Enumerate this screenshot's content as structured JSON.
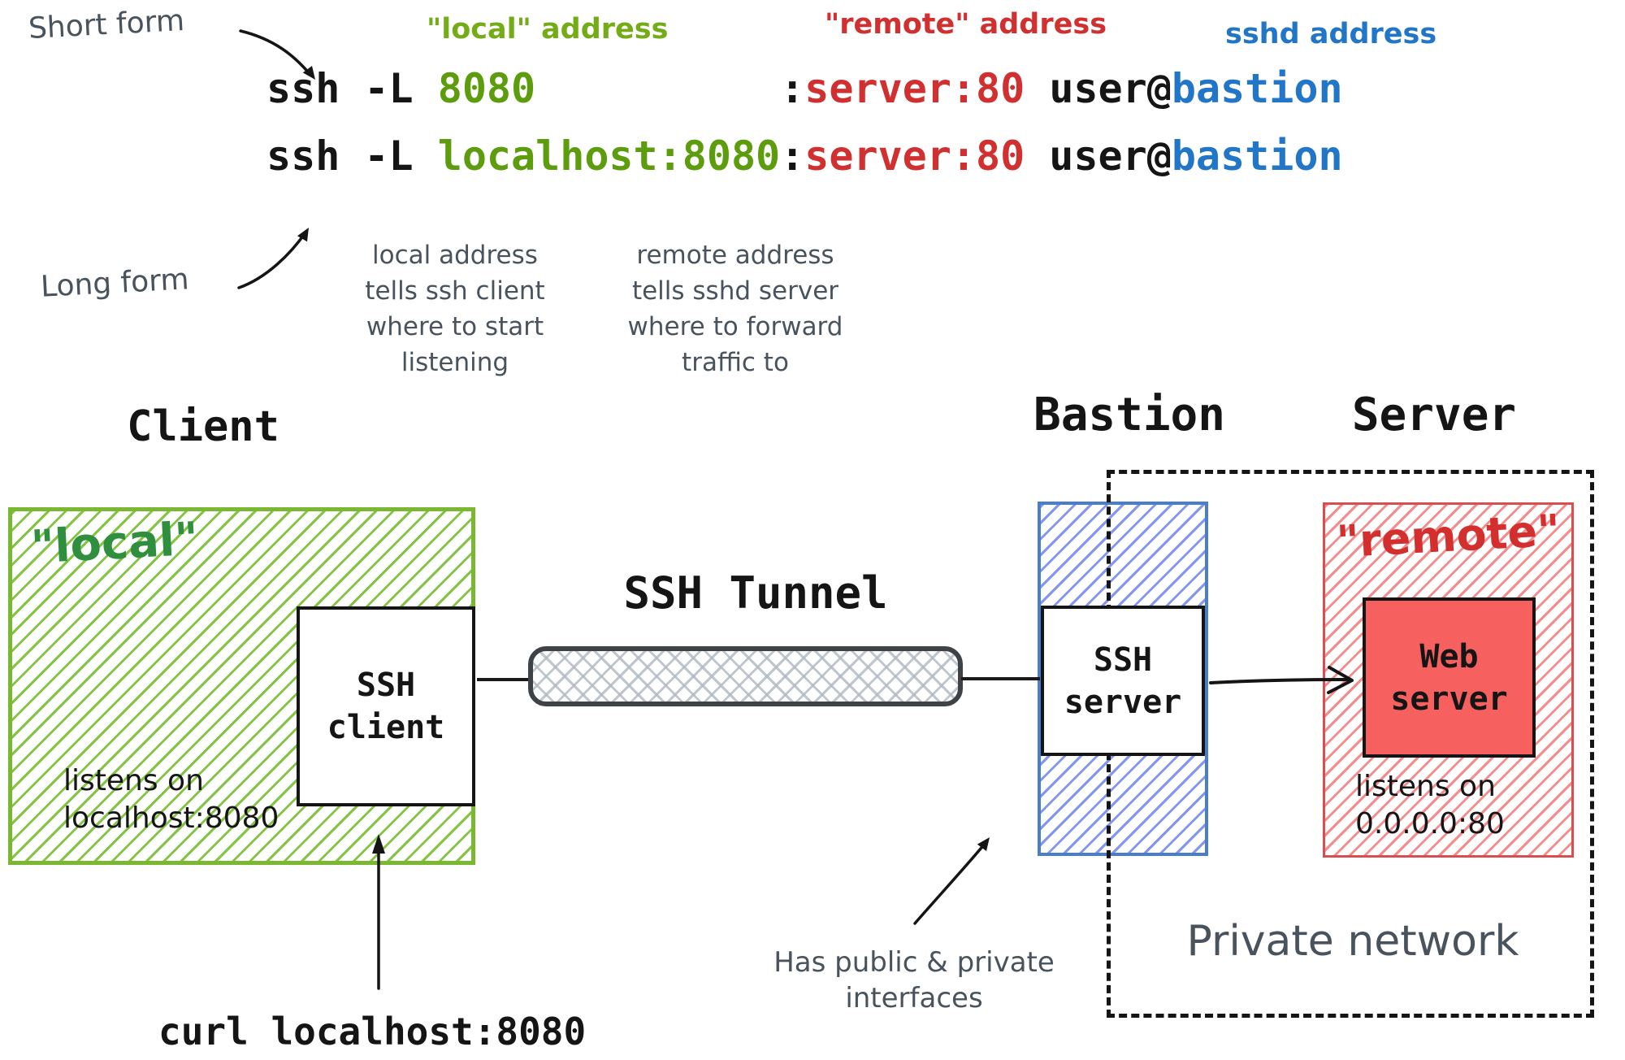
{
  "annotations": {
    "short_form": "Short form",
    "long_form": "Long form",
    "local_col": "\"local\" address",
    "remote_col": "\"remote\" address",
    "sshd_col": "sshd address",
    "local_note": [
      "local address",
      "tells ssh client",
      "where to start",
      "listening"
    ],
    "remote_note": [
      "remote address",
      "tells sshd server",
      "where to forward",
      "traffic to"
    ]
  },
  "commands": {
    "short": [
      {
        "t": "ssh -L ",
        "c": "black"
      },
      {
        "t": "8080",
        "c": "green"
      },
      {
        "t": "          ",
        "c": "black"
      },
      {
        "t": ":",
        "c": "black"
      },
      {
        "t": "server:80",
        "c": "red"
      },
      {
        "t": " user@",
        "c": "black"
      },
      {
        "t": "bastion",
        "c": "blue"
      }
    ],
    "long": [
      {
        "t": "ssh -L ",
        "c": "black"
      },
      {
        "t": "localhost:8080",
        "c": "green"
      },
      {
        "t": ":",
        "c": "black"
      },
      {
        "t": "server:80",
        "c": "red"
      },
      {
        "t": " user@",
        "c": "black"
      },
      {
        "t": "bastion",
        "c": "blue"
      }
    ]
  },
  "client": {
    "title": "Client",
    "zone_label": "\"local\"",
    "box_lines": [
      "SSH",
      "client"
    ],
    "note_lines": [
      "listens on",
      "localhost:8080"
    ],
    "curl_command": "curl localhost:8080"
  },
  "tunnel": {
    "title": "SSH Tunnel"
  },
  "bastion": {
    "title": "Bastion",
    "box_lines": [
      "SSH",
      "server"
    ],
    "note_lines": [
      "Has public & private",
      "interfaces"
    ]
  },
  "server": {
    "title": "Server",
    "zone_label": "\"remote\"",
    "box_lines": [
      "Web",
      "server"
    ],
    "note_lines": [
      "listens on",
      "0.0.0.0:80"
    ],
    "network_label": "Private network"
  },
  "colors": {
    "command_green": "#5c9c0d",
    "command_red": "#d03030",
    "command_blue": "#2176c7",
    "zone_green_border": "#79b830",
    "zone_blue_border": "#4a7ecb",
    "zone_red_border": "#d94f4f",
    "web_server_fill": "#f6605f",
    "handwriting_gray": "#49535e",
    "local_text_green": "#2f8f3f",
    "remote_text_red": "#d32f2f"
  }
}
